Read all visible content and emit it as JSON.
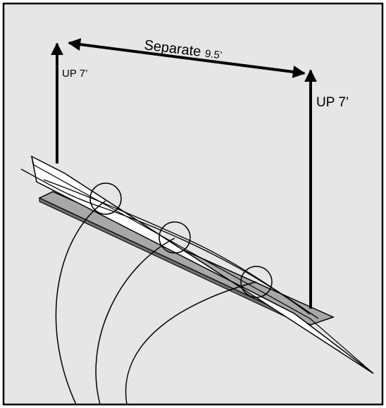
{
  "diagram": {
    "labels": {
      "separate_word": "Separate",
      "separate_value": "9.5’",
      "up_left": "UP 7’",
      "up_right": "UP 7’"
    },
    "colors": {
      "background": "#e6e6e6",
      "border": "#000000",
      "lower_panel": "#8c8c8c",
      "upper_panel": "#ffffff",
      "arrows": "#000000"
    }
  }
}
